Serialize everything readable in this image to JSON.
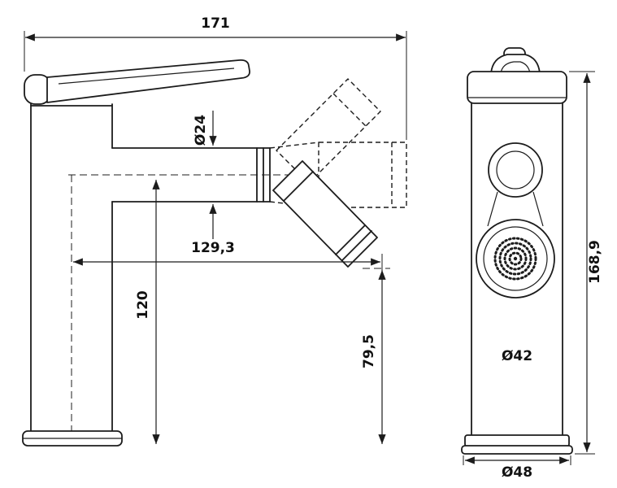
{
  "colors": {
    "background": "#ffffff",
    "line": "#1c1c1c"
  },
  "dimensions": {
    "overall_width": "171",
    "spout_diameter": "Ø24",
    "spout_reach": "129,3",
    "spout_center_height": "120",
    "outlet_height": "79,5",
    "overall_height": "168,9",
    "head_diameter": "Ø42",
    "base_diameter": "Ø48"
  }
}
